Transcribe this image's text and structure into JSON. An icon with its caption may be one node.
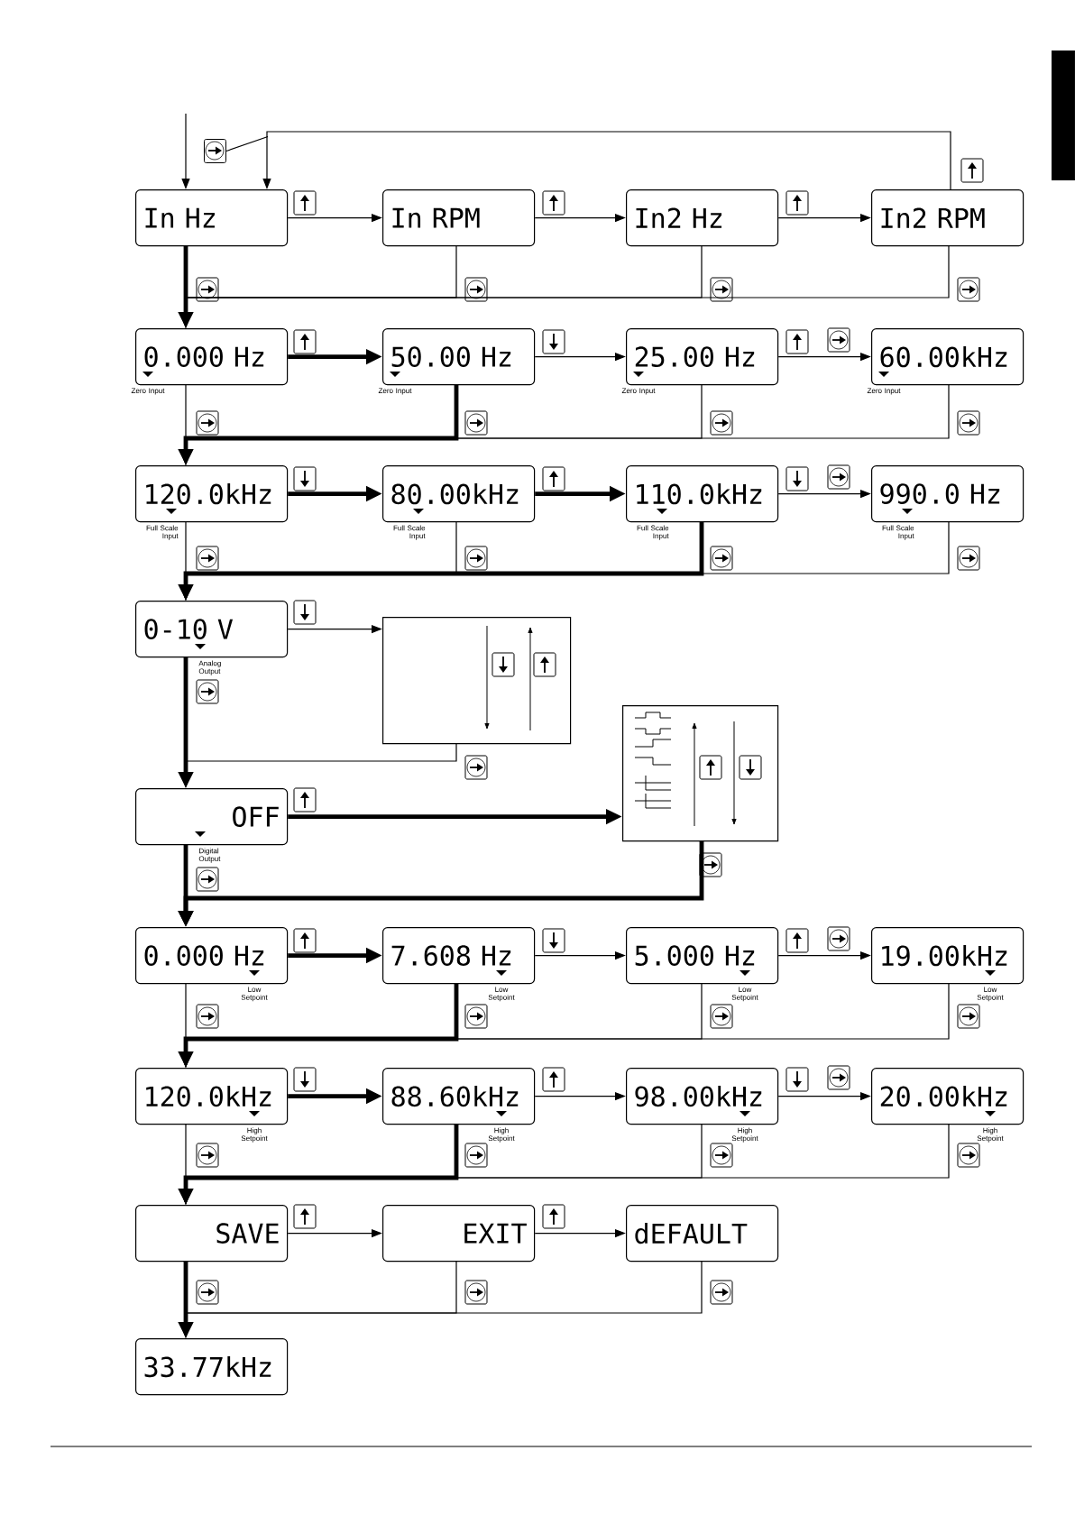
{
  "diagram": {
    "nodes": [
      {
        "text": [
          "In Hz"
        ]
      },
      {
        "text": [
          "In RPM"
        ]
      },
      {
        "text": [
          "In2 Hz"
        ]
      },
      {
        "text": [
          "In2 RPM"
        ]
      },
      {
        "text": [
          "0.000 Hz"
        ],
        "beside": [
          "Zero Input"
        ]
      },
      {
        "text": [
          "50.00 Hz"
        ],
        "beside": [
          "Zero Input"
        ]
      },
      {
        "text": [
          "25.00 Hz"
        ],
        "beside": [
          "Zero Input"
        ]
      },
      {
        "text": [
          "60.00kHz"
        ],
        "beside": [
          "Zero Input"
        ]
      },
      {
        "text": [
          "120.0kHz"
        ],
        "beside": [
          "Full Scale Input"
        ]
      },
      {
        "text": [
          "80.00kHz"
        ],
        "beside": [
          "Full Scale Input"
        ]
      },
      {
        "text": [
          "110.0kHz"
        ],
        "beside": [
          "Full Scale Input"
        ]
      },
      {
        "text": [
          "990.0 Hz"
        ],
        "beside": [
          "Full Scale Input"
        ]
      },
      {
        "text": [
          "0-10 V"
        ],
        "beside": [
          "Analog Output"
        ]
      },
      {
        "text": [],
        "shape": "box"
      },
      {
        "text": [
          "OFF"
        ],
        "beside": [
          "Digital Output"
        ]
      },
      {
        "text": [],
        "shape": "box"
      },
      {
        "text": [
          "0.000 Hz"
        ],
        "beside": [
          "Low Setpoint"
        ]
      },
      {
        "text": [
          "7.608 Hz"
        ],
        "beside": [
          "Low Setpoint"
        ]
      },
      {
        "text": [
          "5.000 Hz"
        ],
        "beside": [
          "Low Setpoint"
        ]
      },
      {
        "text": [
          "19.00kHz"
        ],
        "beside": [
          "Low Setpoint"
        ]
      },
      {
        "text": [
          "120.0kHz"
        ],
        "beside": [
          "High Setpoint"
        ]
      },
      {
        "text": [
          "88.60kHz"
        ],
        "beside": [
          "High Setpoint"
        ]
      },
      {
        "text": [
          "98.00kHz"
        ],
        "beside": [
          "High Setpoint"
        ]
      },
      {
        "text": [
          "20.00kHz"
        ],
        "beside": [
          "High Setpoint"
        ]
      },
      {
        "text": [
          "SAVE"
        ]
      },
      {
        "text": [
          "EXIT"
        ]
      },
      {
        "text": [
          "dEFAULT"
        ]
      },
      {
        "text": [
          "33.77kHz"
        ]
      },
      {
        "text": [],
        "shape": "button"
      }
    ],
    "edges": [
      {
        "from": null,
        "to": 0,
        "arrow": "to"
      },
      {
        "from": 0,
        "to": 1,
        "arrow": "to"
      },
      {
        "from": 1,
        "to": 2,
        "arrow": "to"
      },
      {
        "from": 2,
        "to": 3,
        "arrow": "to"
      },
      {
        "from": 3,
        "to": 0,
        "arrow": "to"
      },
      {
        "from": 0,
        "to": 4,
        "arrow": "to",
        "style": "thick"
      },
      {
        "from": 1,
        "to": 4,
        "arrow": "to"
      },
      {
        "from": 2,
        "to": 4,
        "arrow": "to"
      },
      {
        "from": 3,
        "to": 4,
        "arrow": "to"
      },
      {
        "from": 4,
        "to": 5,
        "arrow": "to",
        "style": "thick"
      },
      {
        "from": 5,
        "to": 6,
        "arrow": "to"
      },
      {
        "from": 6,
        "to": 7,
        "arrow": "to"
      },
      {
        "from": 4,
        "to": 8,
        "arrow": "to"
      },
      {
        "from": 5,
        "to": 8,
        "arrow": "to",
        "style": "thick"
      },
      {
        "from": 6,
        "to": 8,
        "arrow": "to"
      },
      {
        "from": 7,
        "to": 8,
        "arrow": "to"
      },
      {
        "from": 8,
        "to": 9,
        "arrow": "to",
        "style": "thick"
      },
      {
        "from": 9,
        "to": 10,
        "arrow": "to",
        "style": "thick"
      },
      {
        "from": 10,
        "to": 11,
        "arrow": "to"
      },
      {
        "from": 8,
        "to": 12,
        "arrow": "to"
      },
      {
        "from": 9,
        "to": 12,
        "arrow": "to"
      },
      {
        "from": 10,
        "to": 12,
        "arrow": "to",
        "style": "thick"
      },
      {
        "from": 11,
        "to": 12,
        "arrow": "to"
      },
      {
        "from": 12,
        "to": 13,
        "arrow": "to"
      },
      {
        "from": 12,
        "to": 14,
        "arrow": "to",
        "style": "thick"
      },
      {
        "from": 13,
        "to": 14,
        "arrow": "to"
      },
      {
        "from": 14,
        "to": 15,
        "arrow": "to",
        "style": "thick"
      },
      {
        "from": 14,
        "to": 16,
        "arrow": "to",
        "style": "thick"
      },
      {
        "from": 15,
        "to": 16,
        "arrow": "to",
        "style": "thick"
      },
      {
        "from": 16,
        "to": 17,
        "arrow": "to",
        "style": "thick"
      },
      {
        "from": 17,
        "to": 18,
        "arrow": "to"
      },
      {
        "from": 18,
        "to": 19,
        "arrow": "to"
      },
      {
        "from": 16,
        "to": 20,
        "arrow": "to"
      },
      {
        "from": 17,
        "to": 20,
        "arrow": "to",
        "style": "thick"
      },
      {
        "from": 18,
        "to": 20,
        "arrow": "to"
      },
      {
        "from": 19,
        "to": 20,
        "arrow": "to"
      },
      {
        "from": 20,
        "to": 21,
        "arrow": "to",
        "style": "thick"
      },
      {
        "from": 21,
        "to": 22,
        "arrow": "to"
      },
      {
        "from": 22,
        "to": 23,
        "arrow": "to"
      },
      {
        "from": 20,
        "to": 24,
        "arrow": "to"
      },
      {
        "from": 21,
        "to": 24,
        "arrow": "to",
        "style": "thick"
      },
      {
        "from": 22,
        "to": 24,
        "arrow": "to"
      },
      {
        "from": 23,
        "to": 24,
        "arrow": "to"
      },
      {
        "from": 24,
        "to": 25,
        "arrow": "to"
      },
      {
        "from": 25,
        "to": 26,
        "arrow": "to"
      },
      {
        "from": 24,
        "to": 27,
        "arrow": "to",
        "style": "thick"
      },
      {
        "from": 25,
        "to": 27,
        "arrow": "to"
      },
      {
        "from": 26,
        "to": 27,
        "arrow": "to"
      },
      {
        "from": 28,
        "to": null,
        "arrow": "none"
      }
    ]
  }
}
